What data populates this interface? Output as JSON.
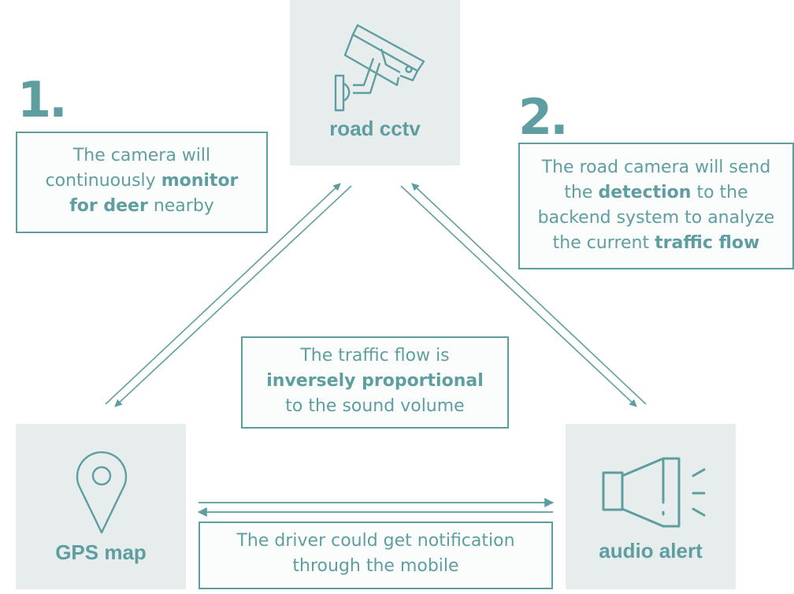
{
  "colors": {
    "accent": "#5f9ea0",
    "tile_bg": "#e7eced",
    "background": "#ffffff"
  },
  "nodes": {
    "cctv": {
      "label": "road cctv",
      "icon": "cctv-camera-icon"
    },
    "gps": {
      "label": "GPS map",
      "icon": "map-pin-icon"
    },
    "audio": {
      "label": "audio alert",
      "icon": "speaker-alert-icon"
    }
  },
  "steps": {
    "one": {
      "number": "1.",
      "lines": [
        [
          {
            "t": "The camera will",
            "b": false
          }
        ],
        [
          {
            "t": "continuously ",
            "b": false
          },
          {
            "t": "monitor",
            "b": true
          }
        ],
        [
          {
            "t": "for deer",
            "b": true
          },
          {
            "t": " nearby",
            "b": false
          }
        ]
      ]
    },
    "two": {
      "number": "2.",
      "lines": [
        [
          {
            "t": "The road camera will send",
            "b": false
          }
        ],
        [
          {
            "t": "the ",
            "b": false
          },
          {
            "t": "detection",
            "b": true
          },
          {
            "t": " to the",
            "b": false
          }
        ],
        [
          {
            "t": "backend system to analyze",
            "b": false
          }
        ],
        [
          {
            "t": "the current ",
            "b": false
          },
          {
            "t": "traffic flow",
            "b": true
          }
        ]
      ]
    }
  },
  "notes": {
    "center": {
      "lines": [
        [
          {
            "t": "The traffic flow is",
            "b": false
          }
        ],
        [
          {
            "t": "inversely proportional",
            "b": true
          }
        ],
        [
          {
            "t": "to the sound volume",
            "b": false
          }
        ]
      ]
    },
    "bottom": {
      "lines": [
        [
          {
            "t": "The driver could get notification",
            "b": false
          }
        ],
        [
          {
            "t": "through the mobile",
            "b": false
          }
        ]
      ]
    }
  },
  "connections": [
    {
      "from": "gps",
      "to": "cctv",
      "bidirectional": true
    },
    {
      "from": "cctv",
      "to": "audio",
      "bidirectional": true
    },
    {
      "from": "gps",
      "to": "audio",
      "bidirectional": true
    }
  ]
}
